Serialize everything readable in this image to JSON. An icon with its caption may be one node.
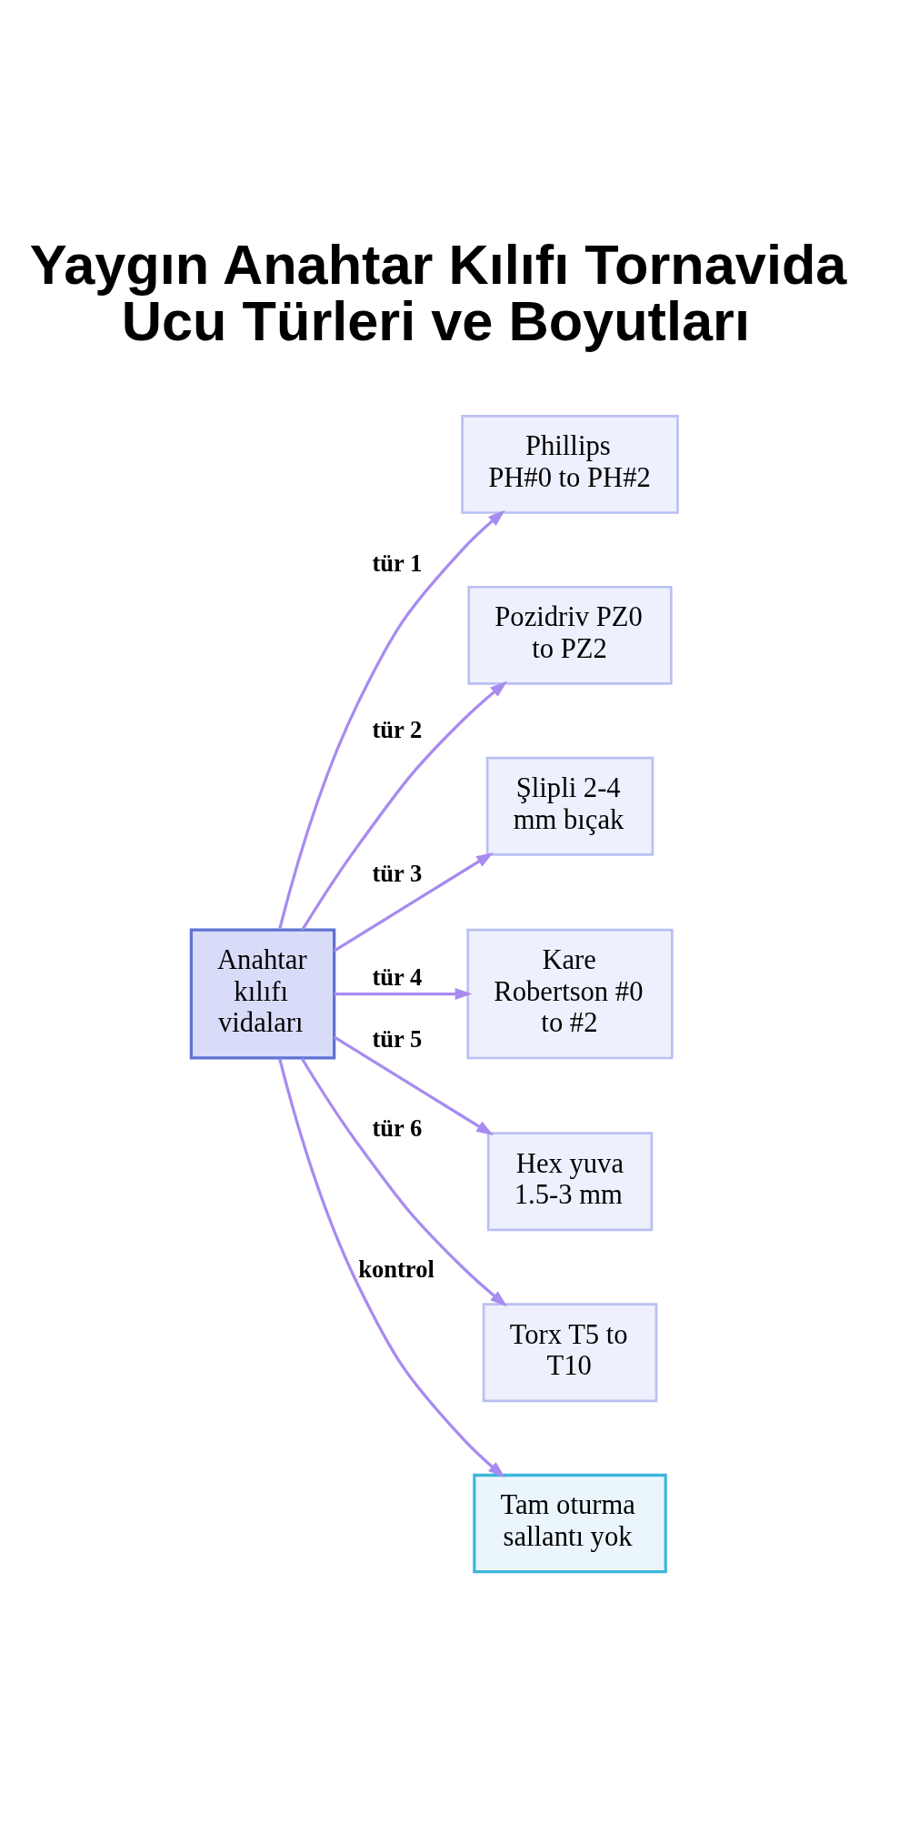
{
  "diagram": {
    "title": "Yaygın Anahtar Kılıfı Tornavida Ucu Türleri ve Boyutları",
    "nodes": [
      {
        "text": [
          "Anahtar kılıfı vidaları"
        ]
      },
      {
        "text": [
          "Phillips PH#0 to PH#2"
        ]
      },
      {
        "text": [
          "Pozidriv PZ0 to PZ2"
        ]
      },
      {
        "text": [
          "Şlipli 2-4 mm bıçak"
        ]
      },
      {
        "text": [
          "Kare Robertson #0 to #2"
        ]
      },
      {
        "text": [
          "Hex yuva 1.5-3 mm"
        ]
      },
      {
        "text": [
          "Torx T5 to T10"
        ]
      },
      {
        "text": [
          "Tam oturma sallantı yok"
        ]
      }
    ],
    "edges": [
      {
        "from": 0,
        "to": 1,
        "arrow": "to",
        "label": "tür 1"
      },
      {
        "from": 0,
        "to": 2,
        "arrow": "to",
        "label": "tür 2"
      },
      {
        "from": 0,
        "to": 3,
        "arrow": "to",
        "label": "tür 3"
      },
      {
        "from": 0,
        "to": 4,
        "arrow": "to",
        "label": "tür 4"
      },
      {
        "from": 0,
        "to": 5,
        "arrow": "to",
        "label": "tür 5"
      },
      {
        "from": 0,
        "to": 6,
        "arrow": "to",
        "label": "tür 6"
      },
      {
        "from": 0,
        "to": 7,
        "arrow": "to",
        "label": "kontrol"
      }
    ]
  }
}
